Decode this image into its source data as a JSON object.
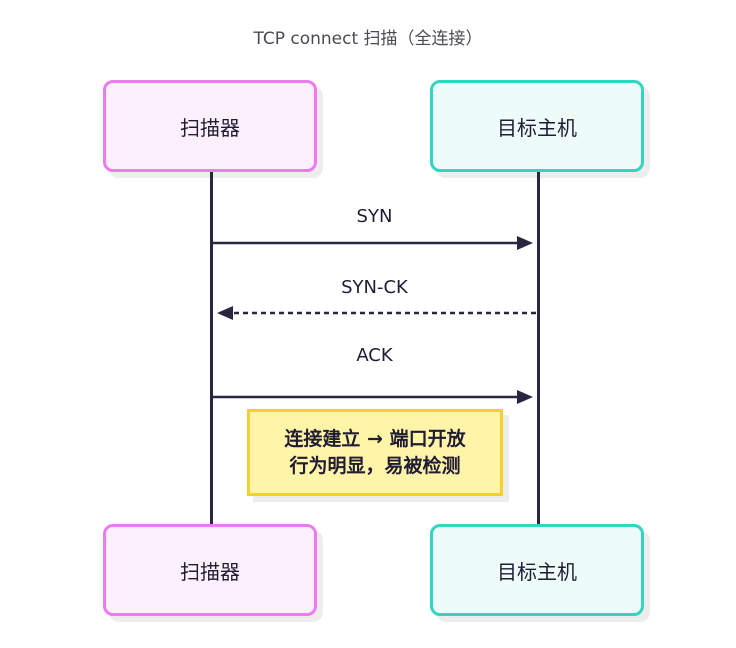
{
  "title": "TCP connect 扫描（全连接）",
  "participants": [
    {
      "id": "scanner",
      "label": "扫描器",
      "border_color": "#ec7bf0",
      "fill_color": "#fdf0fd"
    },
    {
      "id": "target",
      "label": "目标主机",
      "border_color": "#33d4c0",
      "fill_color": "#eefcf9"
    }
  ],
  "messages": [
    {
      "from": "scanner",
      "to": "target",
      "label": "SYN",
      "style": "solid"
    },
    {
      "from": "target",
      "to": "scanner",
      "label": "SYN-CK",
      "style": "dashed"
    },
    {
      "from": "scanner",
      "to": "target",
      "label": "ACK",
      "style": "solid"
    }
  ],
  "note": {
    "lines": [
      "连接建立 → 端口开放",
      "行为明显，易被检测"
    ],
    "border_color": "#f6cf2a",
    "fill_color": "#fff4a8"
  }
}
